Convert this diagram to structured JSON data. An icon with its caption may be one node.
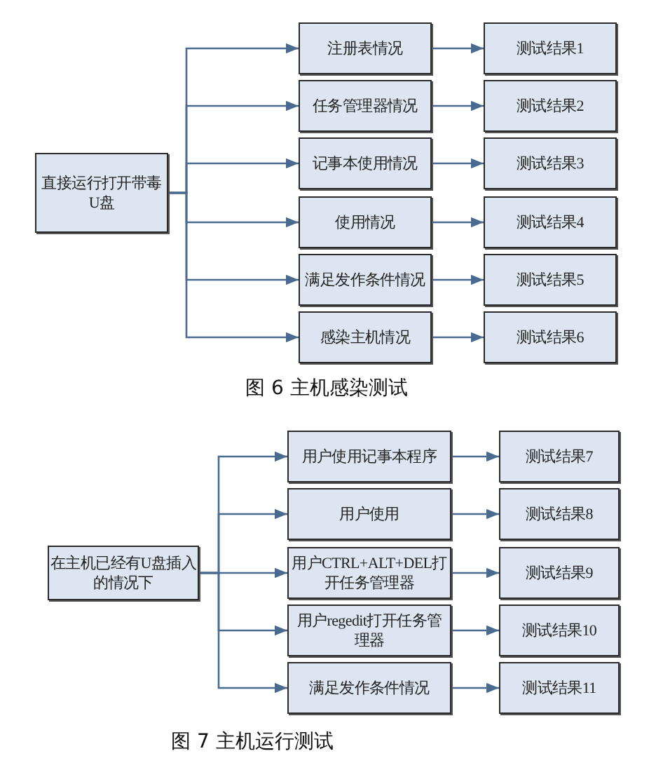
{
  "diagram": {
    "nodes": [
      {
        "text": [
          "直接运行打开带毒U盘"
        ]
      },
      {
        "text": [
          "注册表情况"
        ]
      },
      {
        "text": [
          "任务管理器情况"
        ]
      },
      {
        "text": [
          "记事本使用情况"
        ]
      },
      {
        "text": [
          "使用情况"
        ]
      },
      {
        "text": [
          "满足发作条件情况"
        ]
      },
      {
        "text": [
          "感染主机情况"
        ]
      },
      {
        "text": [
          "测试结果1"
        ]
      },
      {
        "text": [
          "测试结果2"
        ]
      },
      {
        "text": [
          "测试结果3"
        ]
      },
      {
        "text": [
          "测试结果4"
        ]
      },
      {
        "text": [
          "测试结果5"
        ]
      },
      {
        "text": [
          "测试结果6"
        ]
      },
      {
        "text": [
          "在主机已经有U盘插入的情况下"
        ]
      },
      {
        "text": [
          "用户使用记事本程序"
        ]
      },
      {
        "text": [
          "用户使用"
        ]
      },
      {
        "text": [
          "用户CTRL+ALT+DEL打开任务管理器"
        ]
      },
      {
        "text": [
          "用户regedit打开任务管理器"
        ]
      },
      {
        "text": [
          "满足发作条件情况"
        ]
      },
      {
        "text": [
          "测试结果7"
        ]
      },
      {
        "text": [
          "测试结果8"
        ]
      },
      {
        "text": [
          "测试结果9"
        ]
      },
      {
        "text": [
          "测试结果10"
        ]
      },
      {
        "text": [
          "测试结果11"
        ]
      }
    ],
    "edges": [
      {
        "from": 0,
        "to": 1,
        "arrow": "to"
      },
      {
        "from": 0,
        "to": 2,
        "arrow": "to"
      },
      {
        "from": 0,
        "to": 3,
        "arrow": "to"
      },
      {
        "from": 0,
        "to": 4,
        "arrow": "to"
      },
      {
        "from": 0,
        "to": 5,
        "arrow": "to"
      },
      {
        "from": 0,
        "to": 6,
        "arrow": "to"
      },
      {
        "from": 1,
        "to": 7,
        "arrow": "to"
      },
      {
        "from": 2,
        "to": 8,
        "arrow": "to"
      },
      {
        "from": 3,
        "to": 9,
        "arrow": "to"
      },
      {
        "from": 4,
        "to": 10,
        "arrow": "to"
      },
      {
        "from": 5,
        "to": 11,
        "arrow": "to"
      },
      {
        "from": 6,
        "to": 12,
        "arrow": "to"
      },
      {
        "from": 13,
        "to": 14,
        "arrow": "to"
      },
      {
        "from": 13,
        "to": 15,
        "arrow": "to"
      },
      {
        "from": 13,
        "to": 16,
        "arrow": "to"
      },
      {
        "from": 13,
        "to": 17,
        "arrow": "to"
      },
      {
        "from": 13,
        "to": 18,
        "arrow": "to"
      },
      {
        "from": 14,
        "to": 19,
        "arrow": "to"
      },
      {
        "from": 15,
        "to": 20,
        "arrow": "to"
      },
      {
        "from": 16,
        "to": 21,
        "arrow": "to"
      },
      {
        "from": 17,
        "to": 22,
        "arrow": "to"
      },
      {
        "from": 18,
        "to": 23,
        "arrow": "to"
      }
    ],
    "labels": [
      "图 6 主机感染测试",
      "图 7 主机运行测试"
    ]
  }
}
